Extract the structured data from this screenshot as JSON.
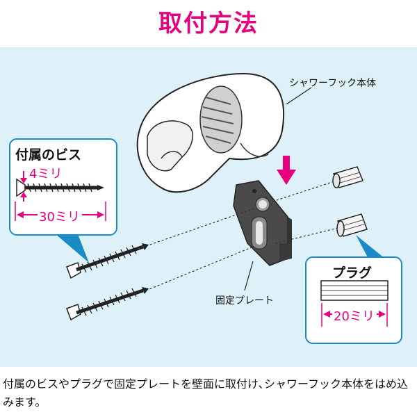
{
  "title": "取付方法",
  "labels": {
    "hook_body": "シャワーフック本体",
    "screws": "付属のビス",
    "screw_head": "4ミリ",
    "screw_length": "30ミリ",
    "plate": "固定プレート",
    "plug": "プラグ",
    "plug_length": "20ミリ"
  },
  "caption": "付属のビスやプラグで固定プレートを壁面に取付け､シャワーフック本体をはめ込みます。",
  "colors": {
    "accent": "#e6007e",
    "box_border": "#1b8bc6",
    "panel_bg": "#dff1f8",
    "plate": "#4a4a4a"
  }
}
